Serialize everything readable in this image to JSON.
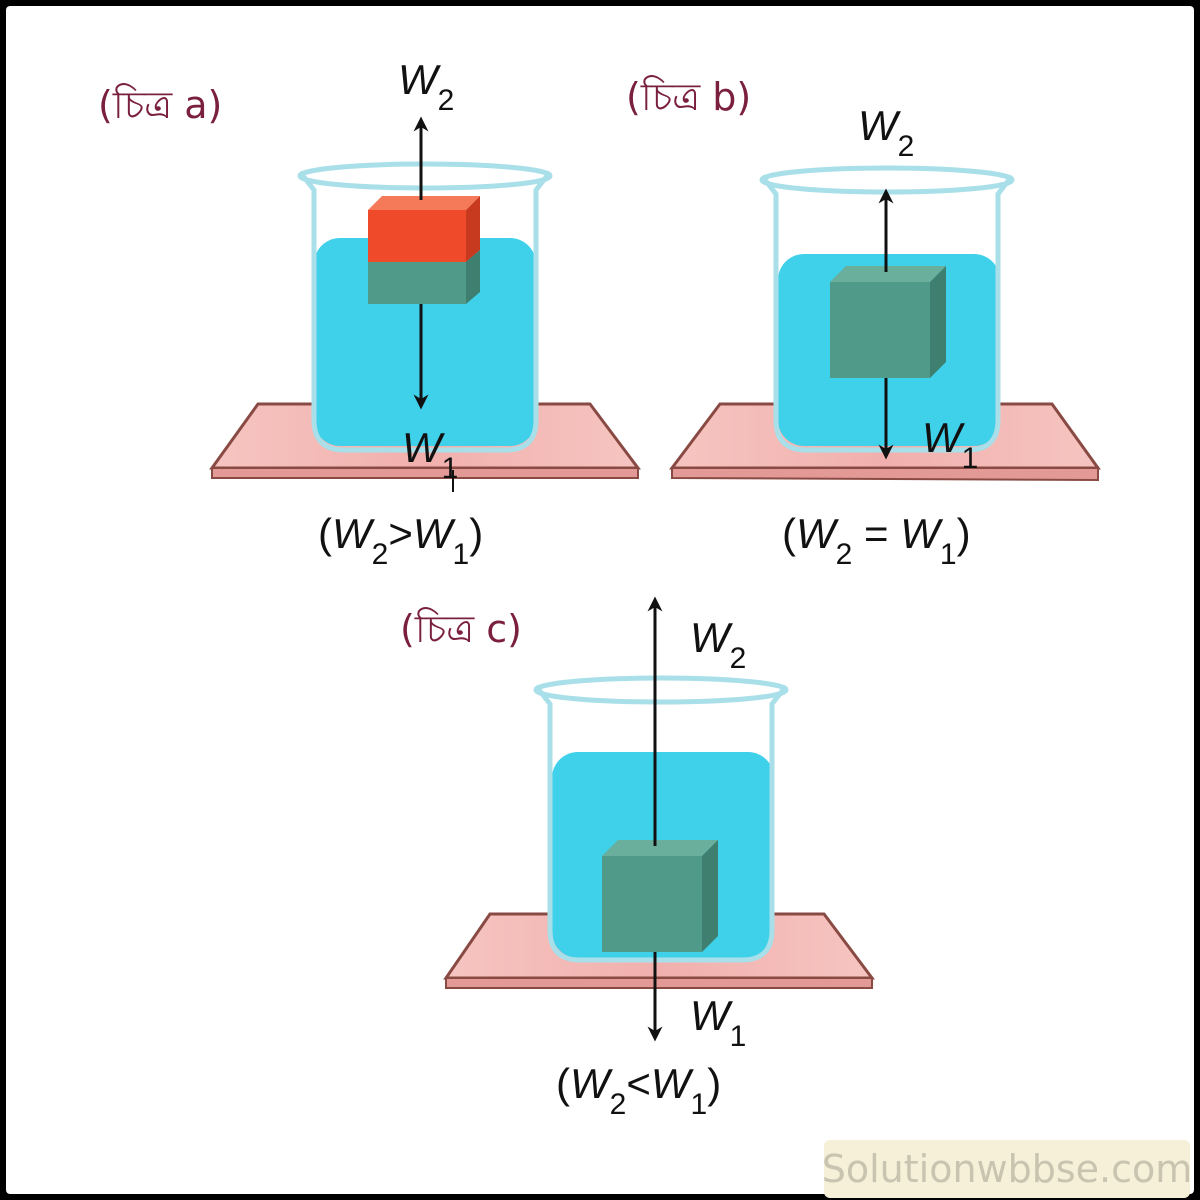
{
  "figures": [
    {
      "title": "(চিত্র a)",
      "w_top": "W",
      "w_top_sub": "2",
      "w_bottom": "W",
      "w_bottom_sub": "1",
      "condition": {
        "lhs": "W",
        "lhs_sub": "2",
        "op": ">",
        "rhs": "W",
        "rhs_sub": "1"
      }
    },
    {
      "title": "(চিত্র b)",
      "w_top": "W",
      "w_top_sub": "2",
      "w_bottom": "W",
      "w_bottom_sub": "1",
      "condition": {
        "lhs": "W",
        "lhs_sub": "2",
        "op": " = ",
        "rhs": "W",
        "rhs_sub": "1"
      }
    },
    {
      "title": "(চিত্র c)",
      "w_top": "W",
      "w_top_sub": "2",
      "w_bottom": "W",
      "w_bottom_sub": "1",
      "condition": {
        "lhs": "W",
        "lhs_sub": "2",
        "op": "<",
        "rhs": "W",
        "rhs_sub": "1"
      }
    }
  ],
  "watermark": "Solutionwbbse.com",
  "colors": {
    "water": "#3fd0ea",
    "glass": "#cfeef6",
    "board": "#f3b7b4",
    "block_above": "#ef4a2a",
    "block_submerged": "#4f9a88",
    "title": "#7a1f3d"
  }
}
